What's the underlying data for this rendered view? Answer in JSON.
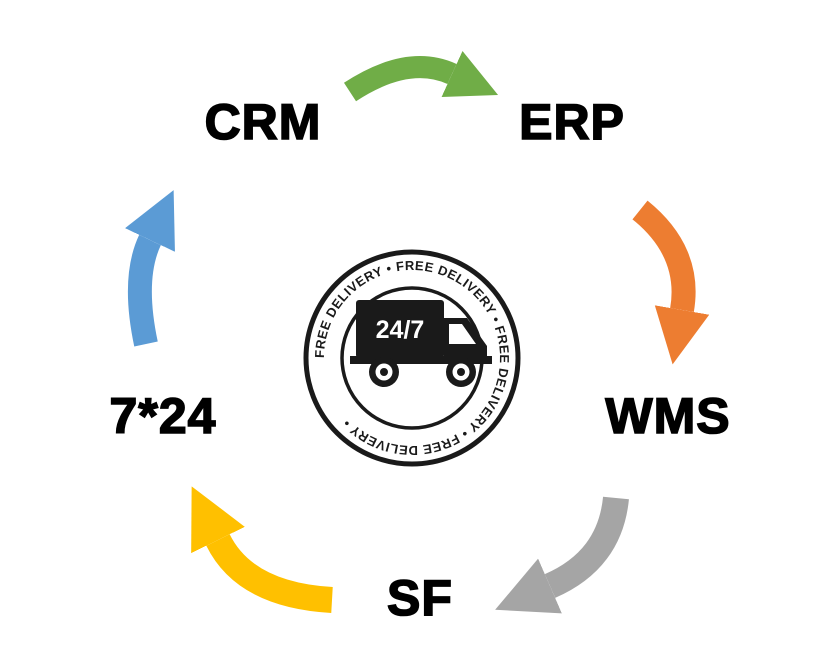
{
  "diagram": {
    "type": "cycle",
    "nodes": [
      {
        "id": "crm",
        "label": "CRM"
      },
      {
        "id": "erp",
        "label": "ERP"
      },
      {
        "id": "wms",
        "label": "WMS"
      },
      {
        "id": "sf",
        "label": "SF"
      },
      {
        "id": "s724",
        "label": "7*24"
      }
    ],
    "arrows": [
      {
        "from": "CRM",
        "to": "ERP",
        "color": "#70AD47"
      },
      {
        "from": "ERP",
        "to": "WMS",
        "color": "#ED7D31"
      },
      {
        "from": "WMS",
        "to": "SF",
        "color": "#A5A5A5"
      },
      {
        "from": "SF",
        "to": "7*24",
        "color": "#FFC000"
      },
      {
        "from": "7*24",
        "to": "CRM",
        "color": "#5B9BD5"
      }
    ],
    "badge": {
      "ring_text": "FREE DELIVERY • FREE DELIVERY • FREE DELIVERY • FREE DELIVERY •",
      "truck_text": "24/7",
      "ink_color": "#1a1a1a"
    }
  }
}
